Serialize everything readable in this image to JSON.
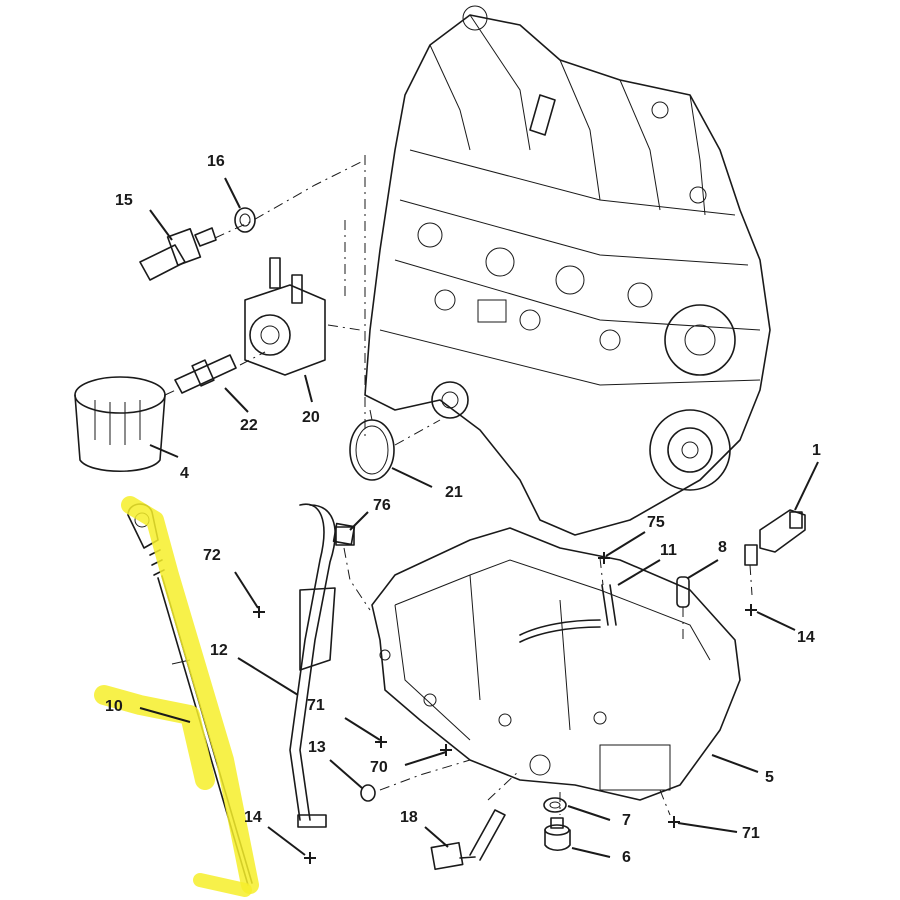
{
  "highlight_color": "#f6ee2a",
  "line_color": "#1a1a1a",
  "callouts": [
    {
      "id": "c1",
      "text": "1"
    },
    {
      "id": "c4",
      "text": "4"
    },
    {
      "id": "c5",
      "text": "5"
    },
    {
      "id": "c6",
      "text": "6"
    },
    {
      "id": "c7",
      "text": "7"
    },
    {
      "id": "c8",
      "text": "8"
    },
    {
      "id": "c10",
      "text": "10"
    },
    {
      "id": "c11",
      "text": "11"
    },
    {
      "id": "c12",
      "text": "12"
    },
    {
      "id": "c13",
      "text": "13"
    },
    {
      "id": "c14a",
      "text": "14"
    },
    {
      "id": "c14b",
      "text": "14"
    },
    {
      "id": "c15",
      "text": "15"
    },
    {
      "id": "c16",
      "text": "16"
    },
    {
      "id": "c18",
      "text": "18"
    },
    {
      "id": "c20",
      "text": "20"
    },
    {
      "id": "c21",
      "text": "21"
    },
    {
      "id": "c22",
      "text": "22"
    },
    {
      "id": "c70",
      "text": "70"
    },
    {
      "id": "c71a",
      "text": "71"
    },
    {
      "id": "c71b",
      "text": "71"
    },
    {
      "id": "c72",
      "text": "72"
    },
    {
      "id": "c75",
      "text": "75"
    },
    {
      "id": "c76",
      "text": "76"
    }
  ]
}
